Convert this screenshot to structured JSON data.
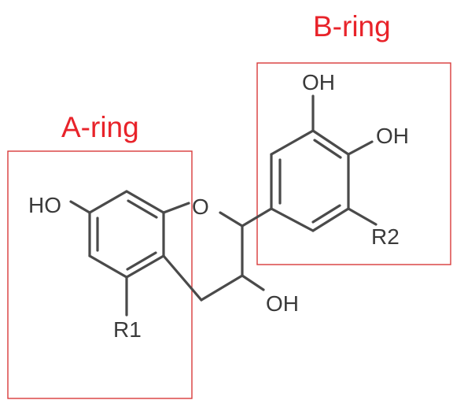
{
  "regions": {
    "a_ring": {
      "label": "A-ring"
    },
    "b_ring": {
      "label": "B-ring"
    }
  },
  "atoms": {
    "a_ring_oh": "HO",
    "b_ring_oh_top": "OH",
    "b_ring_oh_right": "OH",
    "ring_oxygen": "O",
    "c_ring_oh": "OH",
    "r1": "R1",
    "r2": "R2"
  },
  "colors": {
    "label_red": "#e8232a",
    "frame_red": "#d83a3a",
    "bond_gray": "#4a4a4a"
  }
}
